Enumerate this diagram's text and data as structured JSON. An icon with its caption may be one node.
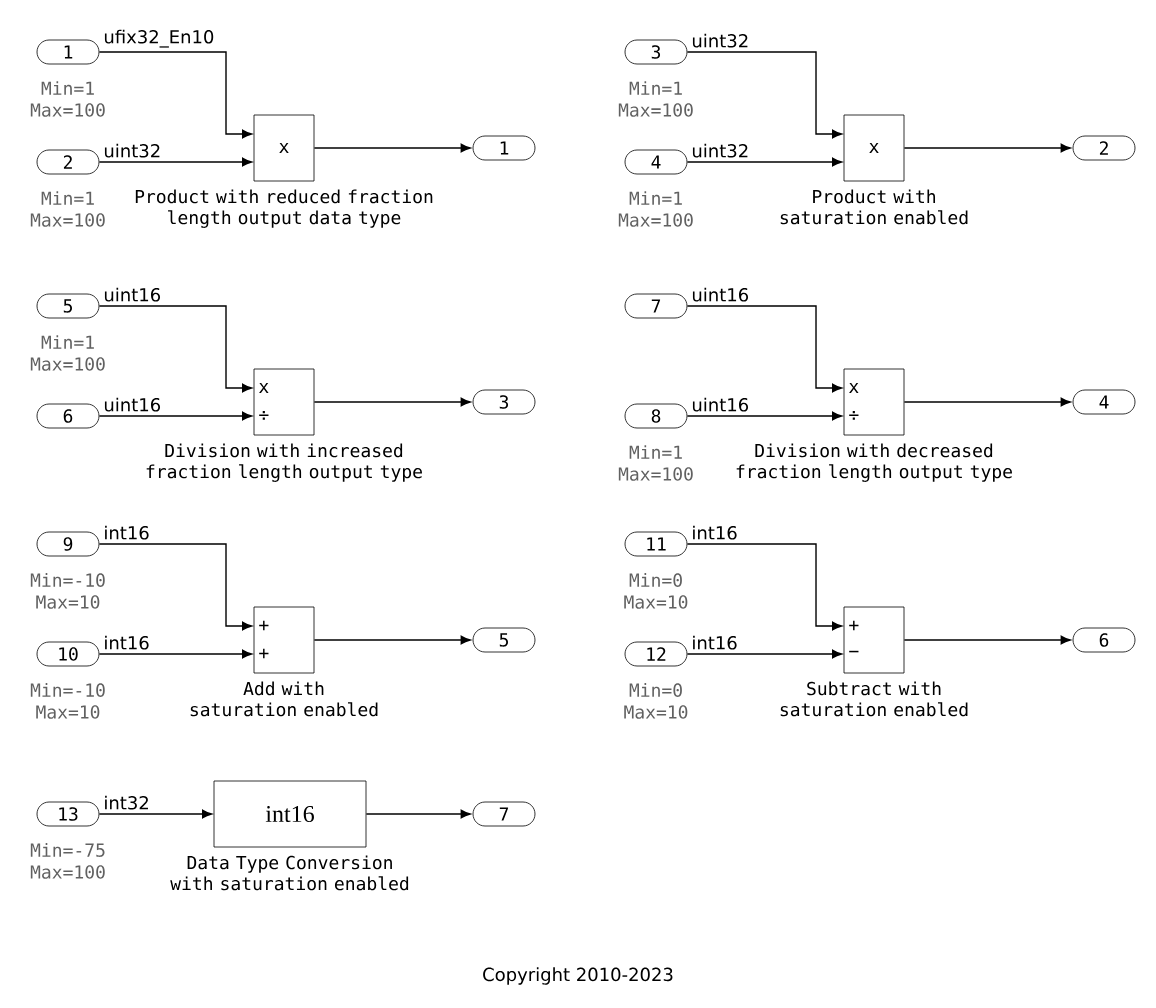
{
  "diagram": {
    "caption": "Copyright 2010-2023",
    "nodes": [
      {
        "text": [
          "1"
        ],
        "beside": [
          "Min=1",
          "Max=100"
        ]
      },
      {
        "text": [
          "2"
        ],
        "beside": [
          "Min=1",
          "Max=100"
        ]
      },
      {
        "text": [
          "x"
        ],
        "beside": [
          "Product with reduced fraction length output data type"
        ]
      },
      {
        "text": [
          "1"
        ]
      },
      {
        "text": [
          "3"
        ],
        "beside": [
          "Min=1",
          "Max=100"
        ]
      },
      {
        "text": [
          "4"
        ],
        "beside": [
          "Min=1",
          "Max=100"
        ]
      },
      {
        "text": [
          "x"
        ],
        "beside": [
          "Product with saturation enabled"
        ]
      },
      {
        "text": [
          "2"
        ]
      },
      {
        "text": [
          "5"
        ],
        "beside": [
          "Min=1",
          "Max=100"
        ]
      },
      {
        "text": [
          "6"
        ]
      },
      {
        "text": [
          "x",
          "÷"
        ],
        "beside": [
          "Division with increased fraction length output type"
        ]
      },
      {
        "text": [
          "3"
        ]
      },
      {
        "text": [
          "7"
        ]
      },
      {
        "text": [
          "8"
        ],
        "beside": [
          "Min=1",
          "Max=100"
        ]
      },
      {
        "text": [
          "x",
          "÷"
        ],
        "beside": [
          "Division with decreased fraction length output type"
        ]
      },
      {
        "text": [
          "4"
        ]
      },
      {
        "text": [
          "9"
        ],
        "beside": [
          "Min=-10",
          "Max=10"
        ]
      },
      {
        "text": [
          "10"
        ],
        "beside": [
          "Min=-10",
          "Max=10"
        ]
      },
      {
        "text": [
          "+",
          "+"
        ],
        "beside": [
          "Add with saturation enabled"
        ]
      },
      {
        "text": [
          "5"
        ]
      },
      {
        "text": [
          "11"
        ],
        "beside": [
          "Min=0",
          "Max=10"
        ]
      },
      {
        "text": [
          "12"
        ],
        "beside": [
          "Min=0",
          "Max=10"
        ]
      },
      {
        "text": [
          "+",
          "−"
        ],
        "beside": [
          "Subtract with saturation enabled"
        ]
      },
      {
        "text": [
          "6"
        ]
      },
      {
        "text": [
          "13"
        ],
        "beside": [
          "Min=-75",
          "Max=100"
        ]
      },
      {
        "text": [
          "int16"
        ],
        "beside": [
          "Data Type Conversion with saturation enabled"
        ]
      },
      {
        "text": [
          "7"
        ]
      }
    ],
    "edges": [
      {
        "from": 0,
        "to": 2,
        "arrow": "to",
        "label": "ufix32_En10"
      },
      {
        "from": 1,
        "to": 2,
        "arrow": "to",
        "label": "uint32"
      },
      {
        "from": 2,
        "to": 3,
        "arrow": "to"
      },
      {
        "from": 4,
        "to": 6,
        "arrow": "to",
        "label": "uint32"
      },
      {
        "from": 5,
        "to": 6,
        "arrow": "to",
        "label": "uint32"
      },
      {
        "from": 6,
        "to": 7,
        "arrow": "to"
      },
      {
        "from": 8,
        "to": 10,
        "arrow": "to",
        "label": "uint16"
      },
      {
        "from": 9,
        "to": 10,
        "arrow": "to",
        "label": "uint16"
      },
      {
        "from": 10,
        "to": 11,
        "arrow": "to"
      },
      {
        "from": 12,
        "to": 14,
        "arrow": "to",
        "label": "uint16"
      },
      {
        "from": 13,
        "to": 14,
        "arrow": "to",
        "label": "uint16"
      },
      {
        "from": 14,
        "to": 15,
        "arrow": "to"
      },
      {
        "from": 16,
        "to": 18,
        "arrow": "to",
        "label": "int16"
      },
      {
        "from": 17,
        "to": 18,
        "arrow": "to",
        "label": "int16"
      },
      {
        "from": 18,
        "to": 19,
        "arrow": "to"
      },
      {
        "from": 20,
        "to": 22,
        "arrow": "to",
        "label": "int16"
      },
      {
        "from": 21,
        "to": 22,
        "arrow": "to",
        "label": "int16"
      },
      {
        "from": 22,
        "to": 23,
        "arrow": "to"
      },
      {
        "from": 24,
        "to": 25,
        "arrow": "to",
        "label": "int32"
      },
      {
        "from": 25,
        "to": 26,
        "arrow": "to"
      }
    ]
  }
}
